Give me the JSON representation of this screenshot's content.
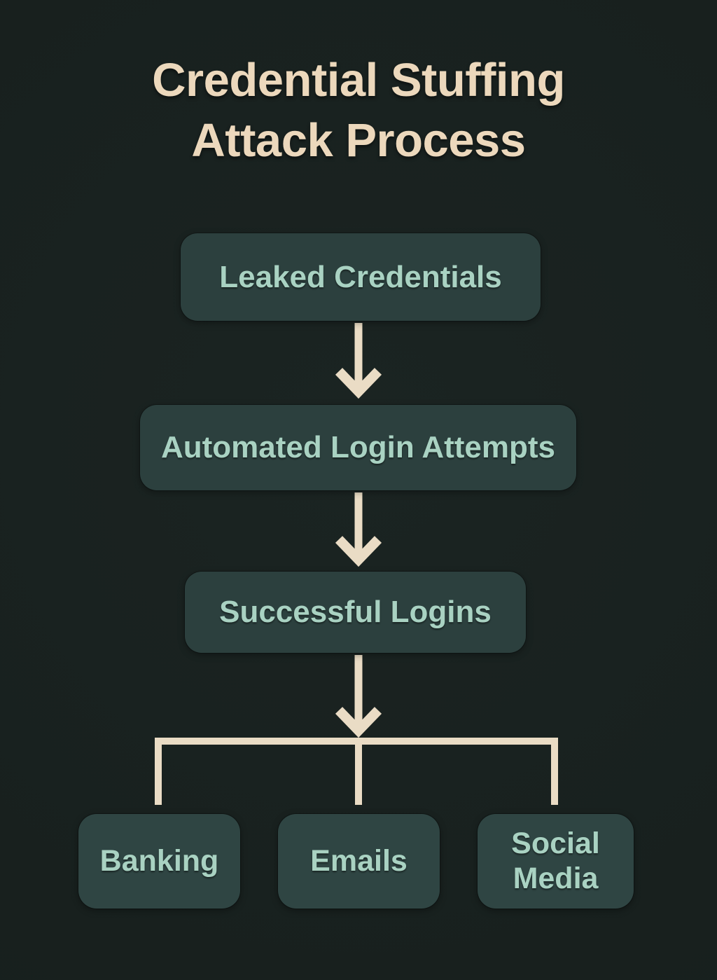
{
  "title": {
    "line1": "Credential Stuffing",
    "line2": "Attack Process"
  },
  "flow": {
    "nodes": [
      {
        "id": "leaked-credentials",
        "label": "Leaked Credentials"
      },
      {
        "id": "automated-login-attempts",
        "label": "Automated Login Attempts"
      },
      {
        "id": "successful-logins",
        "label": "Successful Logins"
      }
    ],
    "targets": [
      {
        "id": "banking",
        "label": "Banking"
      },
      {
        "id": "emails",
        "label": "Emails"
      },
      {
        "id": "social-media",
        "label": "Social Media"
      }
    ]
  },
  "theme": {
    "bg": "#1b2422",
    "bg-edge": "#161e1c",
    "box-bg": "#2c403e",
    "target-bg": "#2f4543",
    "box-text": "#a9d2c2",
    "title-color": "#ecd8bc",
    "arrow-color": "#eadcc5"
  }
}
